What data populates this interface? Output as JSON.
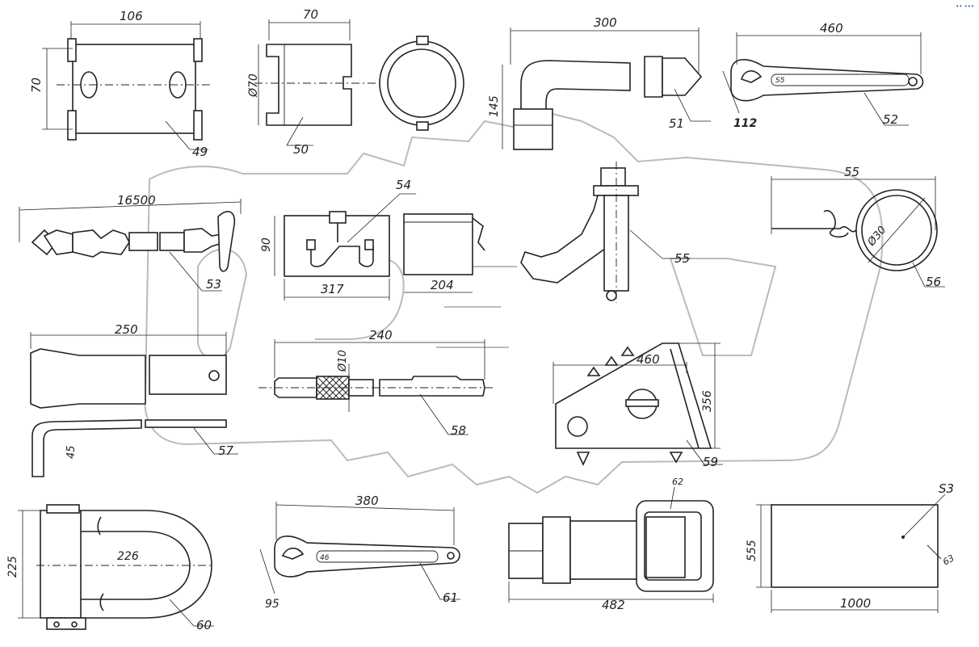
{
  "corner_mark": "•• •••",
  "parts": [
    {
      "id": "49",
      "dims": [
        "106",
        "70"
      ]
    },
    {
      "id": "50",
      "dims": [
        "70",
        "Ø70"
      ]
    },
    {
      "id": "51",
      "dims": [
        "300",
        "145"
      ]
    },
    {
      "id": "52",
      "dims": [
        "460",
        "112",
        "S5"
      ]
    },
    {
      "id": "53",
      "dims": [
        "16500"
      ]
    },
    {
      "id": "54",
      "dims": [
        "90",
        "317",
        "204"
      ]
    },
    {
      "id": "55",
      "dims": []
    },
    {
      "id": "56",
      "dims": [
        "55",
        "Ø30"
      ]
    },
    {
      "id": "57",
      "dims": [
        "250",
        "45"
      ]
    },
    {
      "id": "58",
      "dims": [
        "240",
        "Ø10"
      ]
    },
    {
      "id": "59",
      "dims": [
        "460",
        "356"
      ]
    },
    {
      "id": "60",
      "dims": [
        "225",
        "226"
      ]
    },
    {
      "id": "61",
      "dims": [
        "380",
        "95",
        "46"
      ]
    },
    {
      "id": "62",
      "dims": [
        "482"
      ]
    },
    {
      "id": "63",
      "dims": [
        "S3",
        "555",
        "1000"
      ]
    }
  ]
}
